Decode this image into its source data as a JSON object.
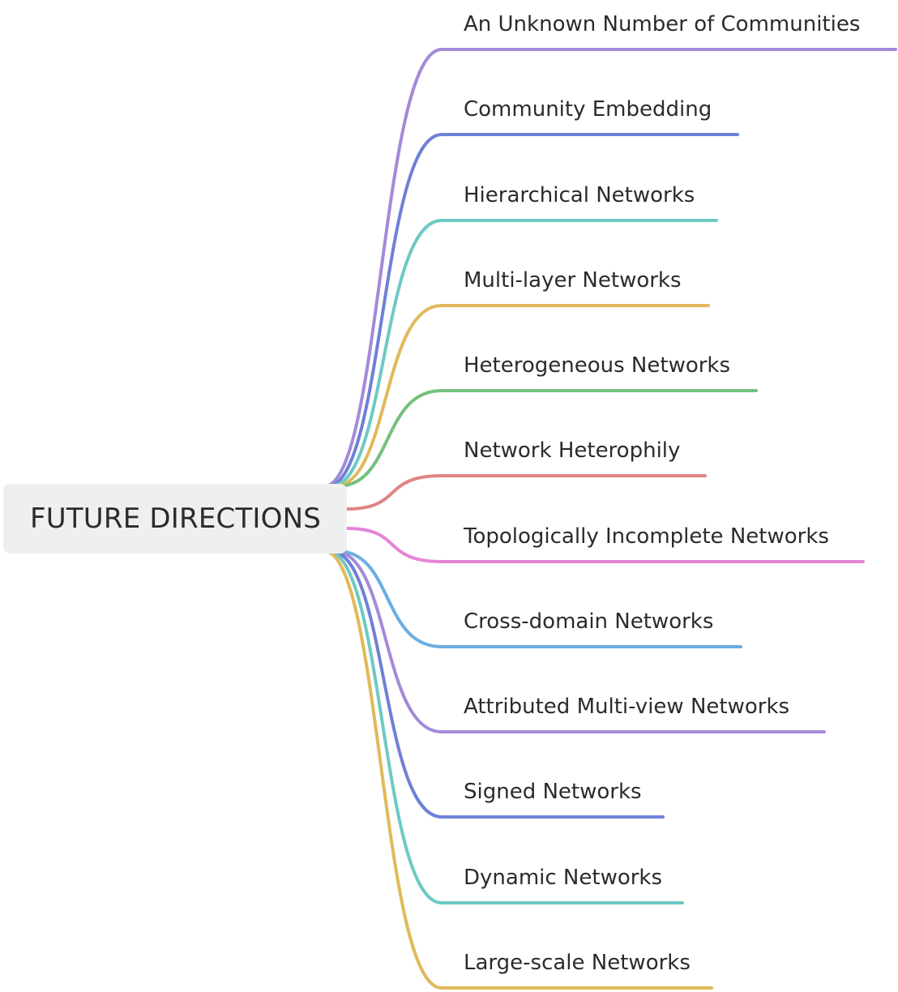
{
  "root": {
    "label": "FUTURE DIRECTIONS"
  },
  "branches": [
    {
      "label": "An Unknown Number of Communities",
      "color": "#a48ad8"
    },
    {
      "label": "Community Embedding",
      "color": "#6f81d6"
    },
    {
      "label": "Hierarchical Networks",
      "color": "#6ec9c4"
    },
    {
      "label": "Multi-layer Networks",
      "color": "#e0b95a"
    },
    {
      "label": "Heterogeneous Networks",
      "color": "#74c17c"
    },
    {
      "label": "Network Heterophily",
      "color": "#e08484"
    },
    {
      "label": "Topologically Incomplete Networks",
      "color": "#e684d8"
    },
    {
      "label": "Cross-domain Networks",
      "color": "#6aaee3"
    },
    {
      "label": "Attributed Multi-view Networks",
      "color": "#a48ad8"
    },
    {
      "label": "Signed Networks",
      "color": "#6f81d6"
    },
    {
      "label": "Dynamic Networks",
      "color": "#6ec9c4"
    },
    {
      "label": "Large-scale Networks",
      "color": "#e0b95a"
    }
  ]
}
